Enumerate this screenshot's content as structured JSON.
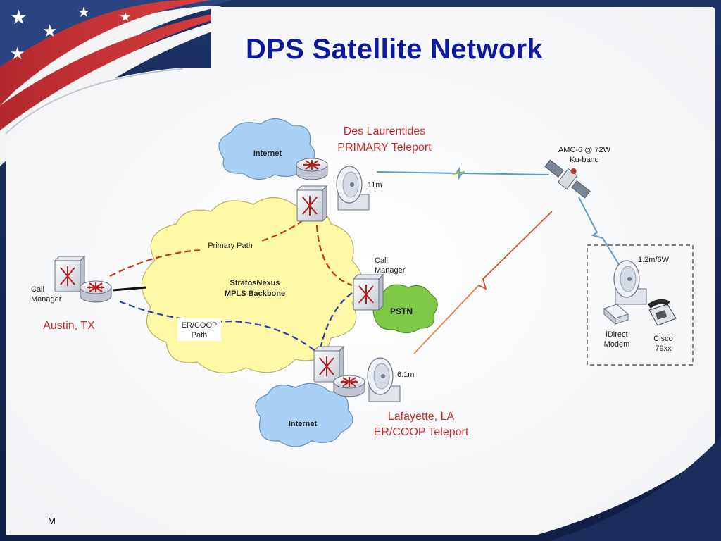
{
  "slide": {
    "title": "DPS Satellite Network",
    "footer": "M"
  },
  "diagram": {
    "clouds": {
      "internet_top": "Internet",
      "internet_bottom": "Internet",
      "backbone_line1": "StratosNexus",
      "backbone_line2": "MPLS Backbone",
      "pstn": "PSTN"
    },
    "paths": {
      "primary": "Primary Path",
      "ercoop_line1": "ER/COOP",
      "ercoop_line2": "Path"
    },
    "sites": {
      "des_line1": "Des Laurentides",
      "des_line2": "PRIMARY Teleport",
      "des_dish": "11m",
      "laf_line1": "Lafayette, LA",
      "laf_line2": "ER/COOP Teleport",
      "laf_dish": "6.1m",
      "austin": "Austin, TX",
      "austin_cm_line1": "Call",
      "austin_cm_line2": "Manager",
      "cm_line1": "Call",
      "cm_line2": "Manager"
    },
    "satellite": {
      "line1": "AMC-6 @ 72W",
      "line2": "Ku-band"
    },
    "remote": {
      "dish": "1.2m/6W",
      "modem_line1": "iDirect",
      "modem_line2": "Modem",
      "phone_line1": "Cisco",
      "phone_line2": "79xx"
    },
    "colors": {
      "site_label": "#cc2a2a",
      "primary_path": "#c8331f",
      "ercoop_path": "#2a3fb0",
      "backbone_cloud": "#fdf9a6",
      "internet_cloud": "#a9d1f5",
      "pstn_cloud": "#7ec948",
      "title": "#0d1a9c"
    }
  }
}
